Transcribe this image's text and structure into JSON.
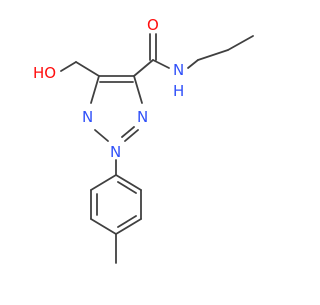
{
  "molecule": {
    "atom_labels": {
      "hydroxyl": "HO",
      "amide_oxygen": "O",
      "amide_nh": "N",
      "amide_h": "H",
      "triazole_n1": "N",
      "triazole_n2": "N",
      "triazole_n3": "N"
    }
  },
  "colors": {
    "bond": "#404040",
    "oxygen": "#ff0d0d",
    "nitrogen": "#3050f8",
    "background": "#ffffff"
  }
}
